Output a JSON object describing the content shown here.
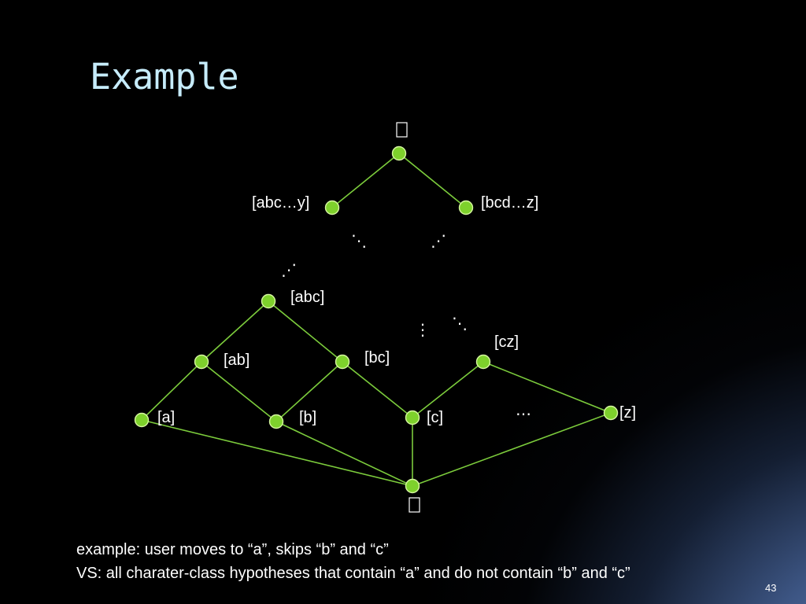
{
  "slide": {
    "title": "Example",
    "page_number": "43"
  },
  "diagram": {
    "labels": {
      "top_left": "[abc…y]",
      "top_right": "[bcd…z]",
      "abc": "[abc]",
      "ab": "[ab]",
      "bc": "[bc]",
      "cz": "[cz]",
      "a": "[a]",
      "b": "[b]",
      "c": "[c]",
      "z": "[z]"
    },
    "ellipses": {
      "diag_left": "⋱",
      "diag_right": "⋰",
      "diag_upper": "⋰",
      "vertical": "⋮",
      "diag_mid": "⋱",
      "horizontal": "…"
    },
    "top_symbol": "top-symbol-box",
    "bottom_symbol": "bottom-symbol-box",
    "edge_color": "#7ccc3c",
    "node_color": "#7ed12c"
  },
  "caption": {
    "line1": "example: user moves to “a”, skips “b” and “c”",
    "line2": "VS: all charater-class hypotheses that contain “a” and do not contain “b” and “c”"
  },
  "colors": {
    "title": "#c6ecfb",
    "background": "#000000",
    "accent_gradient": "#6886be"
  }
}
